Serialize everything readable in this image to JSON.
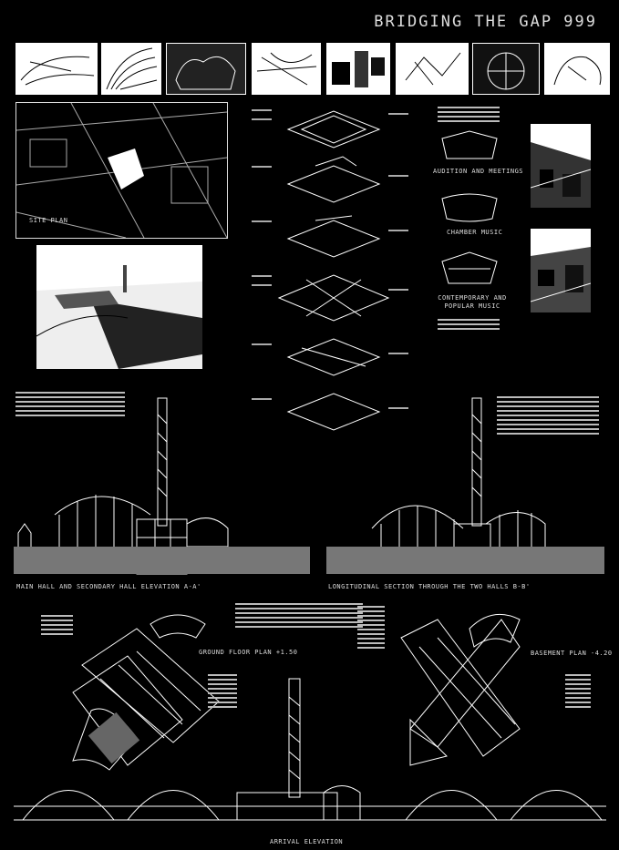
{
  "header": {
    "title": "BRIDGING THE GAP 999"
  },
  "site_plan": {
    "label": "SITE PLAN"
  },
  "hall_types": {
    "items": [
      {
        "label": "AUDITION AND MEETINGS"
      },
      {
        "label": "CHAMBER MUSIC"
      },
      {
        "label": "CONTEMPORARY AND POPULAR MUSIC"
      }
    ]
  },
  "elevations": {
    "left_caption": "MAIN HALL AND SECONDARY HALL ELEVATION A-A'",
    "right_caption": "LONGITUDINAL SECTION THROUGH THE TWO HALLS B-B'"
  },
  "plans": {
    "ground_floor": "GROUND FLOOR PLAN +1.50",
    "basement": "BASEMENT PLAN -4.20"
  },
  "bottom": {
    "caption": "ARRIVAL ELEVATION"
  },
  "thumbnails": [
    {
      "name": "sketch-1"
    },
    {
      "name": "sketch-2"
    },
    {
      "name": "sketch-3"
    },
    {
      "name": "sketch-4"
    },
    {
      "name": "sketch-5"
    },
    {
      "name": "sketch-6"
    },
    {
      "name": "sketch-7"
    },
    {
      "name": "sketch-8"
    }
  ]
}
